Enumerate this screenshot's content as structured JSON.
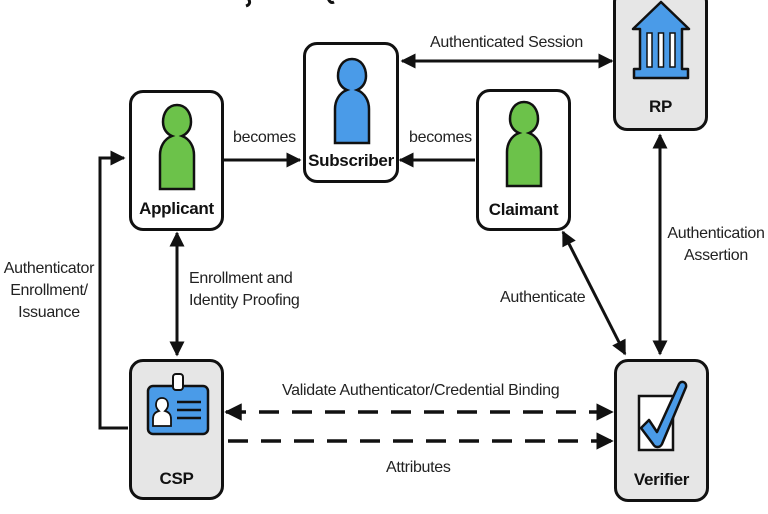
{
  "nodes": {
    "applicant": {
      "label": "Applicant",
      "icon": "person-icon",
      "color": "#6cc24a"
    },
    "subscriber": {
      "label": "Subscriber",
      "icon": "person-icon",
      "color": "#4a9be8"
    },
    "claimant": {
      "label": "Claimant",
      "icon": "person-icon",
      "color": "#6cc24a"
    },
    "rp": {
      "label": "RP",
      "icon": "bank-building-icon",
      "color": "#4a9be8"
    },
    "csp": {
      "label": "CSP",
      "icon": "id-badge-icon",
      "color": "#4a9be8"
    },
    "verifier": {
      "label": "Verifier",
      "icon": "checkbox-check-icon",
      "color": "#4a9be8"
    }
  },
  "edges": {
    "applicant_to_subscriber": "becomes",
    "claimant_to_subscriber": "becomes",
    "subscriber_rp": "Authenticated Session",
    "applicant_csp": [
      "Enrollment and",
      "Identity Proofing"
    ],
    "csp_to_applicant": [
      "Authenticator",
      "Enrollment/",
      "Issuance"
    ],
    "claimant_verifier": "Authenticate",
    "verifier_rp": [
      "Authentication",
      "Assertion"
    ],
    "csp_verifier_binding": "Validate Authenticator/Credential Binding",
    "csp_verifier_attributes": "Attributes"
  },
  "colors": {
    "stroke": "#111111",
    "gray_box": "#e6e6e6"
  }
}
